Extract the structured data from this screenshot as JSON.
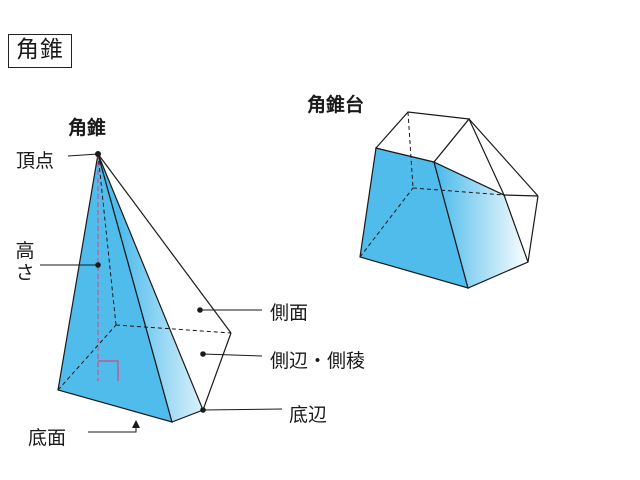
{
  "header": {
    "title": "角錐"
  },
  "pyramid": {
    "title": "角錐",
    "labels": {
      "apex": "頂点",
      "height": "高さ",
      "lateral_face": "側面",
      "lateral_edge": "側辺・側稜",
      "base_edge": "底辺",
      "base": "底面"
    }
  },
  "frustum": {
    "title": "角錐台"
  },
  "colors": {
    "face_blue": "#4fbcec",
    "gradient_light": "#ffffff",
    "height_line": "#e0407a",
    "edge": "#1a1a1a"
  }
}
